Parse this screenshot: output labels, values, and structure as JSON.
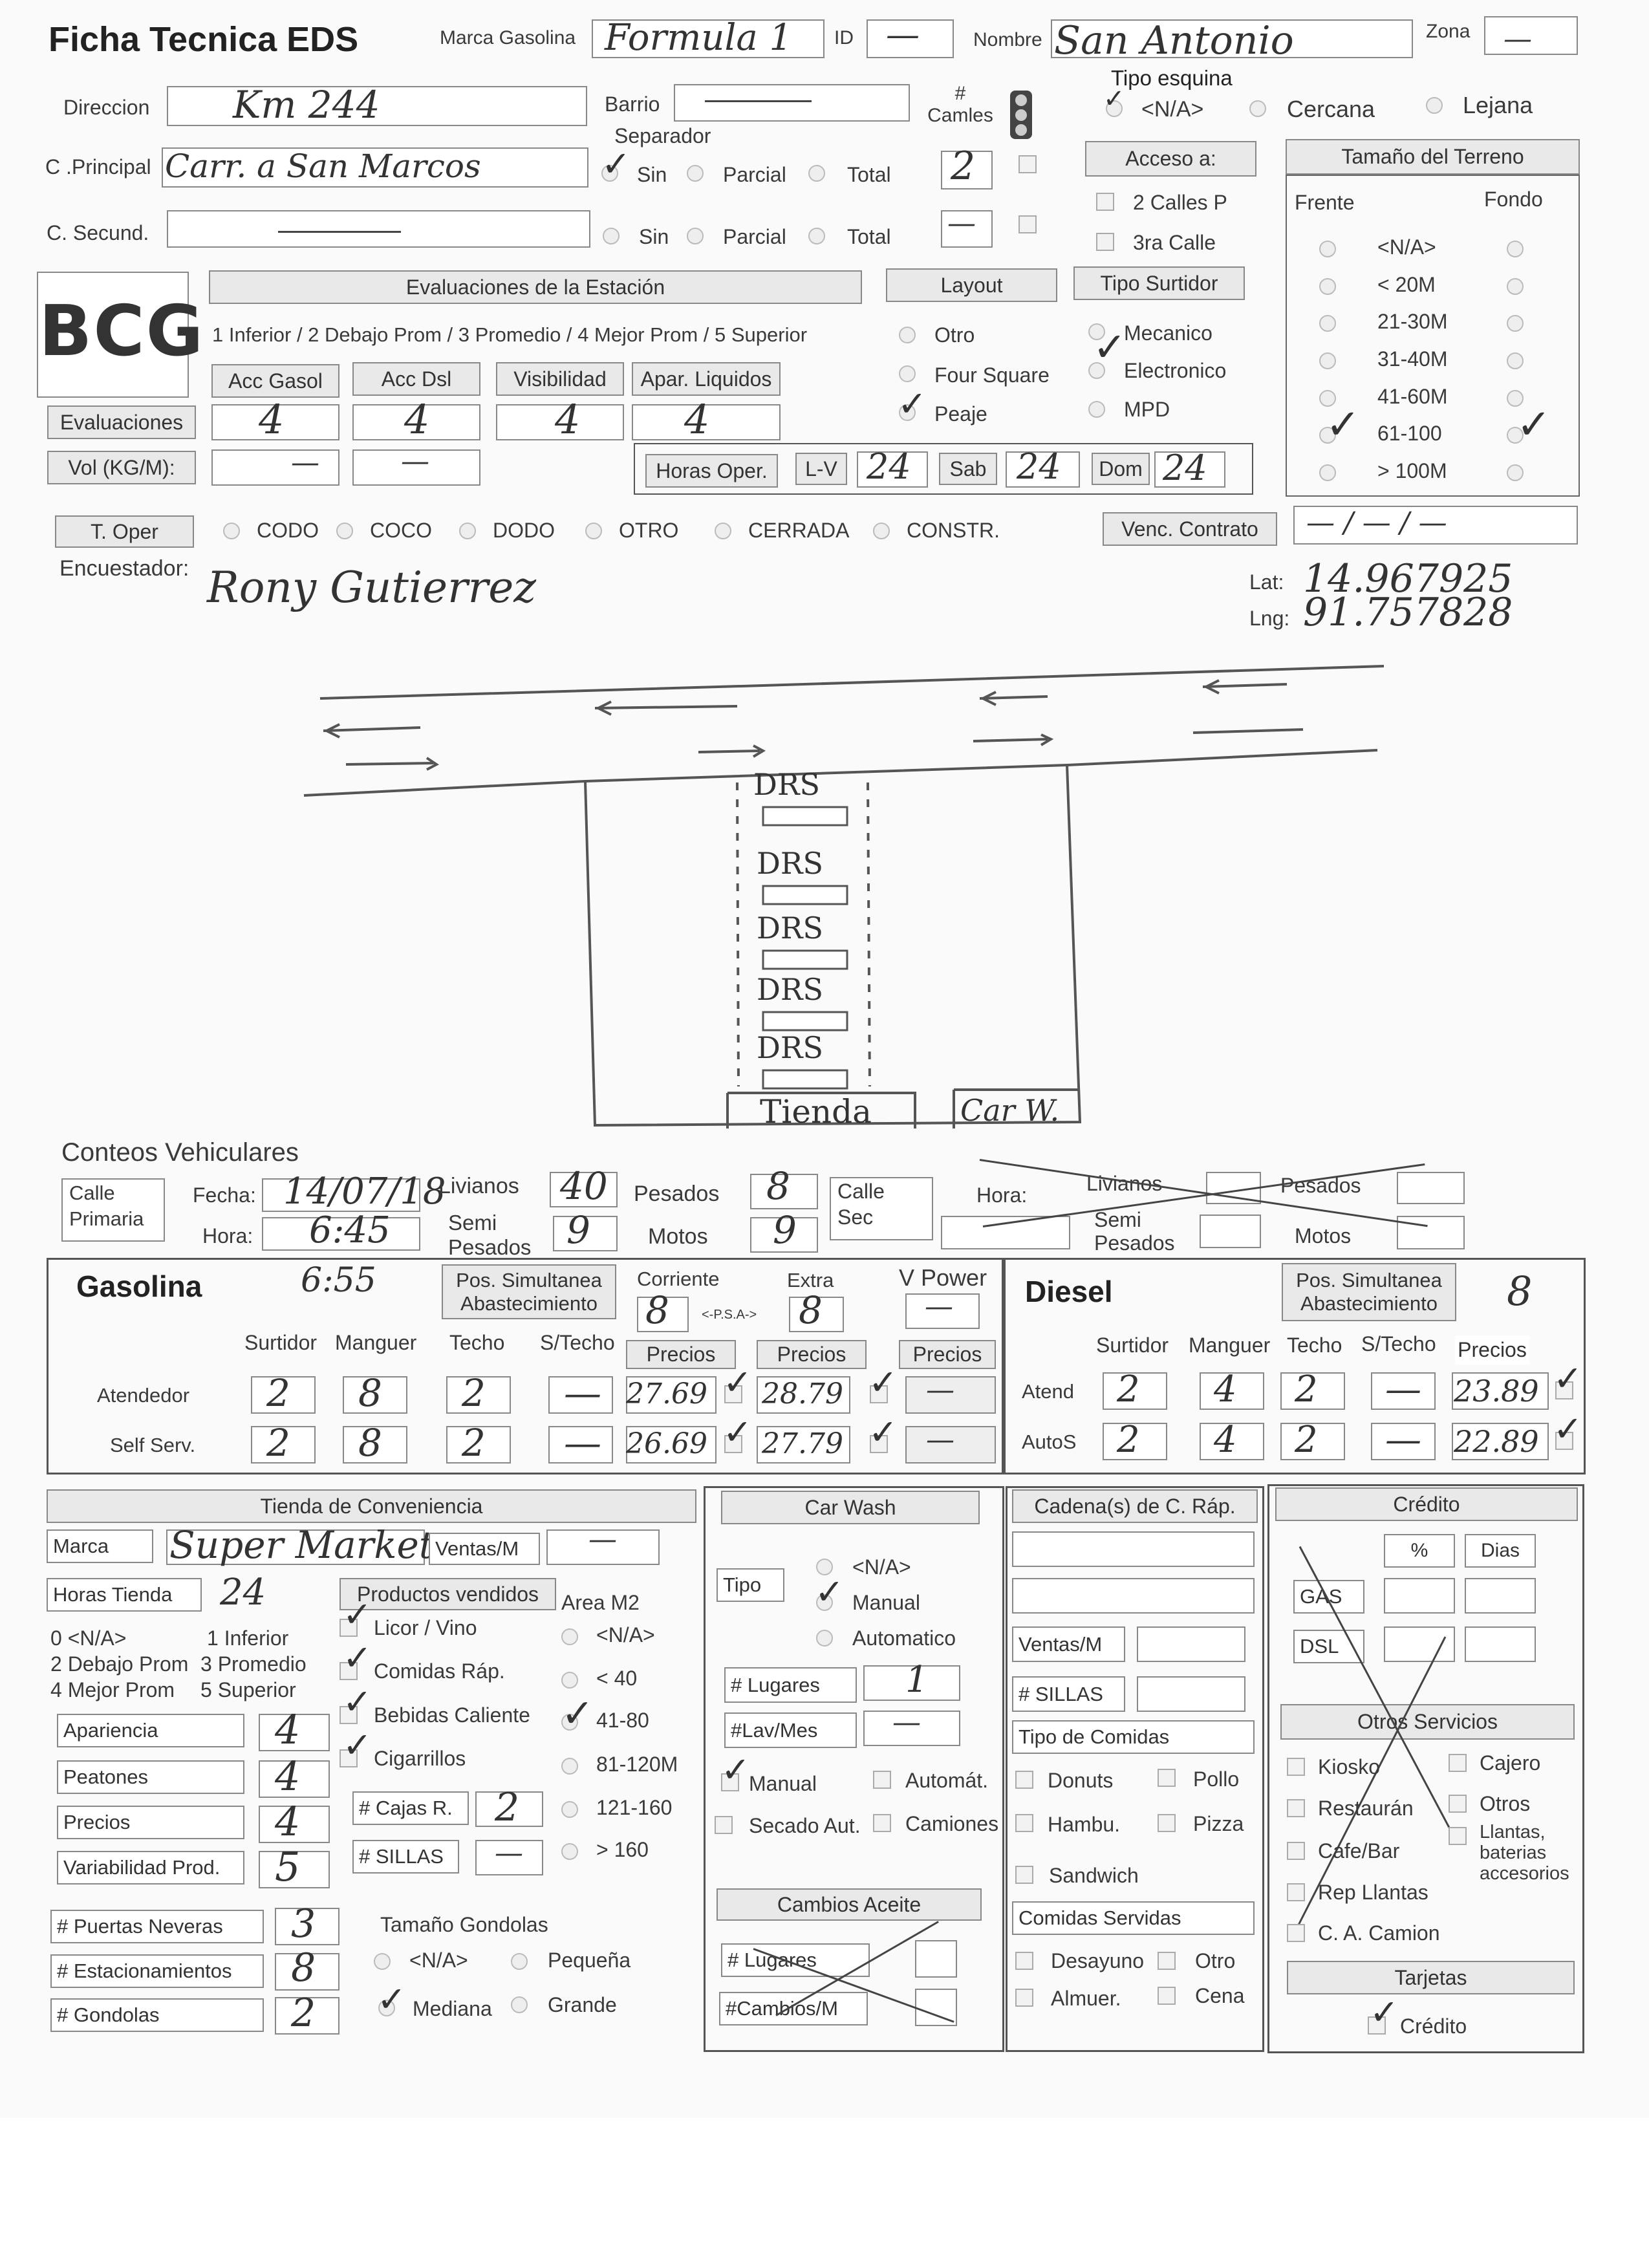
{
  "header": {
    "title": "Ficha Tecnica EDS",
    "marca_label": "Marca Gasolina",
    "marca_value": "Formula 1",
    "id_label": "ID",
    "id_value": "—",
    "nombre_label": "Nombre",
    "nombre_value": "San Antonio",
    "zona_label": "Zona",
    "zona_value": "—"
  },
  "location": {
    "direccion_label": "Direccion",
    "direccion_value": "Km 244",
    "barrio_label": "Barrio",
    "barrio_value": "—",
    "cprincipal_label": "C .Principal",
    "cprincipal_value": "Carr. a San Marcos",
    "csecund_label": "C. Secund.",
    "csecund_value": "—",
    "separador_label": "Separador",
    "sep_opts": [
      "Sin",
      "Parcial",
      "Total"
    ],
    "camiles_label": "# Camles",
    "camiles_principal": "2",
    "camiles_secund": "—"
  },
  "tipo_esquina": {
    "label": "Tipo esquina",
    "options": [
      "<N/A>",
      "Cercana",
      "Lejana"
    ]
  },
  "acceso": {
    "label": "Acceso a:",
    "options": [
      "2 Calles P",
      "3ra Calle"
    ]
  },
  "terreno": {
    "label": "Tamaño del Terreno",
    "frente": "Frente",
    "fondo": "Fondo",
    "options": [
      "<N/A>",
      "< 20M",
      "21-30M",
      "31-40M",
      "41-60M",
      "61-100",
      "> 100M"
    ]
  },
  "logo": "BCG",
  "evaluaciones": {
    "header": "Evaluaciones de la Estación",
    "scale": "1 Inferior / 2 Debajo Prom / 3 Promedio / 4 Mejor Prom / 5 Superior",
    "cols": [
      "Acc Gasol",
      "Acc Dsl",
      "Visibilidad",
      "Apar. Liquidos"
    ],
    "row_label": "Evaluaciones",
    "values": [
      "4",
      "4",
      "4",
      "4"
    ],
    "vol_label": "Vol (KG/M):",
    "vol_values": [
      "—",
      "—"
    ]
  },
  "layout": {
    "label": "Layout",
    "options": [
      "Otro",
      "Four Square",
      "Peaje"
    ]
  },
  "surtidor": {
    "label": "Tipo Surtidor",
    "options": [
      "Mecanico",
      "Electronico",
      "MPD"
    ]
  },
  "horas": {
    "label": "Horas Oper.",
    "lv_label": "L-V",
    "lv": "24",
    "sab_label": "Sab",
    "sab": "24",
    "dom_label": "Dom",
    "dom": "24"
  },
  "toper": {
    "label": "T. Oper",
    "options": [
      "CODO",
      "COCO",
      "DODO",
      "OTRO",
      "CERRADA",
      "CONSTR."
    ],
    "venc_label": "Venc. Contrato",
    "venc_value": "— / — / —"
  },
  "encuestador": {
    "label": "Encuestador:",
    "value": "Rony Gutierrez",
    "lat_label": "Lat:",
    "lat": "14.967925",
    "lng_label": "Lng:",
    "lng": "91.757828"
  },
  "sketch": {
    "pumps": [
      "DRS",
      "DRS",
      "DRS",
      "DRS",
      "DRS"
    ],
    "tienda": "Tienda",
    "carwash": "Car W."
  },
  "conteos": {
    "title": "Conteos Vehiculares",
    "calle_primaria": "Calle Primaria",
    "fecha_label": "Fecha:",
    "fecha": "14/07/18",
    "hora_label": "Hora:",
    "hora": "6:45",
    "livianos_label": "Livianos",
    "livianos": "40",
    "pesados_label": "Pesados",
    "pesados": "8",
    "semi_label": "Semi Pesados",
    "semi": "9",
    "motos_label": "Motos",
    "motos": "9",
    "calle_sec": "Calle Sec",
    "hora2_label": "Hora:",
    "livianos2": "Livianos",
    "pesados2": "Pesados",
    "semi2": "Semi Pesados",
    "motos2": "Motos"
  },
  "gasolina": {
    "title": "Gasolina",
    "time": "6:55",
    "pos_label": "Pos. Simultanea Abastecimiento",
    "corriente_label": "Corriente",
    "extra_label": "Extra",
    "vpower_label": "V Power",
    "corriente": "8",
    "psa": "<-P.S.A->",
    "extra": "8",
    "vpower": "—",
    "col_headers": [
      "Surtidor",
      "Manguer",
      "Techo",
      "S/Techo"
    ],
    "precios_label": "Precios",
    "rows": [
      {
        "label": "Atendedor",
        "surtidor": "2",
        "manguer": "8",
        "techo": "2",
        "stecho": "—",
        "p1": "27.69",
        "p2": "28.79",
        "p3": "—"
      },
      {
        "label": "Self Serv.",
        "surtidor": "2",
        "manguer": "8",
        "techo": "2",
        "stecho": "—",
        "p1": "26.69",
        "p2": "27.79",
        "p3": "—"
      }
    ]
  },
  "diesel": {
    "title": "Diesel",
    "pos_label": "Pos. Simultanea Abastecimiento",
    "pos": "8",
    "col_headers": [
      "Surtidor",
      "Manguer",
      "Techo",
      "S/Techo",
      "Precios"
    ],
    "rows": [
      {
        "label": "Atend",
        "surtidor": "2",
        "manguer": "4",
        "techo": "2",
        "stecho": "—",
        "precio": "23.89"
      },
      {
        "label": "AutoS",
        "surtidor": "2",
        "manguer": "4",
        "techo": "2",
        "stecho": "—",
        "precio": "22.89"
      }
    ]
  },
  "tienda": {
    "header": "Tienda de Conveniencia",
    "marca_label": "Marca",
    "marca": "Super Market",
    "ventas_label": "Ventas/M",
    "ventas": "—",
    "horas_label": "Horas Tienda",
    "horas": "24",
    "productos_label": "Productos vendidos",
    "productos": [
      "Licor / Vino",
      "Comidas Ráp.",
      "Bebidas Caliente",
      "Cigarrillos"
    ],
    "area_label": "Area M2",
    "area_opts": [
      "<N/A>",
      "< 40",
      "41-80",
      "81-120M",
      "121-160",
      "> 160"
    ],
    "scale": [
      "0 <N/A>",
      "1 Inferior",
      "2 Debajo Prom",
      "3 Promedio",
      "4 Mejor Prom",
      "5 Superior"
    ],
    "ratings": [
      {
        "label": "Apariencia",
        "value": "4"
      },
      {
        "label": "Peatones",
        "value": "4"
      },
      {
        "label": "Precios",
        "value": "4"
      },
      {
        "label": "Variabilidad Prod.",
        "value": "5"
      }
    ],
    "cajas_label": "# Cajas R.",
    "cajas": "2",
    "sillas_label": "# SILLAS",
    "sillas": "—",
    "puertas_label": "# Puertas Neveras",
    "puertas": "3",
    "estac_label": "# Estacionamientos",
    "estac": "8",
    "gondolas_label": "# Gondolas",
    "gondolas": "2",
    "tam_label": "Tamaño Gondolas",
    "tam_opts": [
      "<N/A>",
      "Pequeña",
      "Mediana",
      "Grande"
    ]
  },
  "carwash": {
    "header": "Car Wash",
    "tipo_label": "Tipo",
    "tipo_opts": [
      "<N/A>",
      "Manual",
      "Automatico"
    ],
    "lugares_label": "# Lugares",
    "lugares": "1",
    "lavmes_label": "#Lav/Mes",
    "lavmes": "—",
    "checks": [
      "Manual",
      "Automát.",
      "Secado Aut.",
      "Camiones"
    ],
    "aceite_header": "Cambios Aceite",
    "aceite_lugares": "# Lugares",
    "aceite_cambios": "#Cambios/M"
  },
  "cadena": {
    "header": "Cadena(s) de C. Ráp.",
    "ventas_label": "Ventas/M",
    "sillas_label": "# SILLAS",
    "tipo_label": "Tipo de Comidas",
    "tipos": [
      "Donuts",
      "Pollo",
      "Hambu.",
      "Pizza",
      "Sandwich"
    ],
    "servidas_label": "Comidas Servidas",
    "servidas": [
      "Desayuno",
      "Otro",
      "Almuer.",
      "Cena"
    ]
  },
  "credito": {
    "header": "Crédito",
    "pct": "%",
    "dias": "Dias",
    "gas": "GAS",
    "dsl": "DSL",
    "otros_header": "Otros Servicios",
    "otros": [
      "Kiosko",
      "Cajero",
      "Restaurán",
      "Otros",
      "Cafe/Bar",
      "Llantas, baterias accesorios",
      "Rep Llantas",
      "C. A. Camion"
    ],
    "tarjetas_header": "Tarjetas",
    "tarjetas": "Crédito"
  }
}
